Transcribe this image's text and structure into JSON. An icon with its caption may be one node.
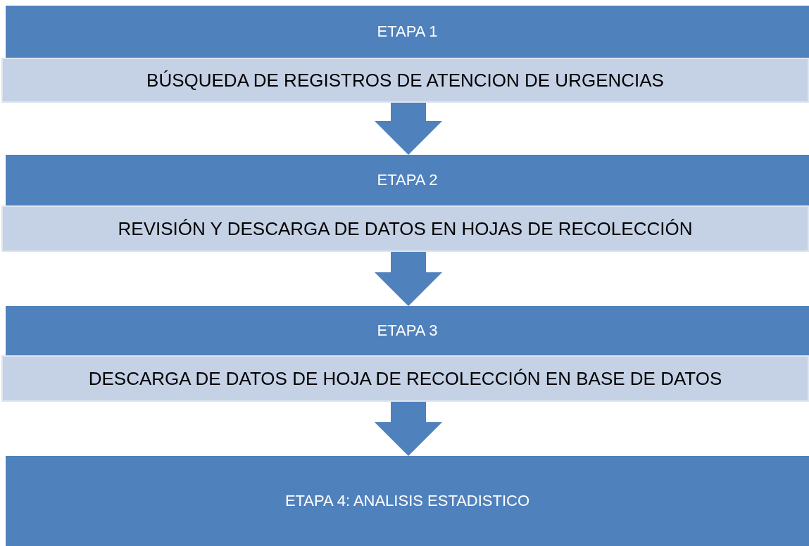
{
  "diagram": {
    "nodes": [
      {
        "text": [
          "ETAPA 1"
        ]
      },
      {
        "text": [
          "BÚSQUEDA DE REGISTROS DE ATENCION DE URGENCIAS"
        ]
      },
      {
        "text": [
          "ETAPA 2"
        ]
      },
      {
        "text": [
          "REVISIÓN Y DESCARGA DE DATOS EN HOJAS DE RECOLECCIÓN"
        ]
      },
      {
        "text": [
          "ETAPA 3"
        ]
      },
      {
        "text": [
          "DESCARGA DE DATOS DE HOJA DE RECOLECCIÓN EN BASE DE DATOS"
        ]
      },
      {
        "text": [
          "ETAPA 4: ANALISIS ESTADISTICO"
        ]
      }
    ],
    "edges": [
      {
        "from": 1,
        "to": 2,
        "arrow": "to"
      },
      {
        "from": 3,
        "to": 4,
        "arrow": "to"
      },
      {
        "from": 5,
        "to": 6,
        "arrow": "to"
      }
    ]
  }
}
